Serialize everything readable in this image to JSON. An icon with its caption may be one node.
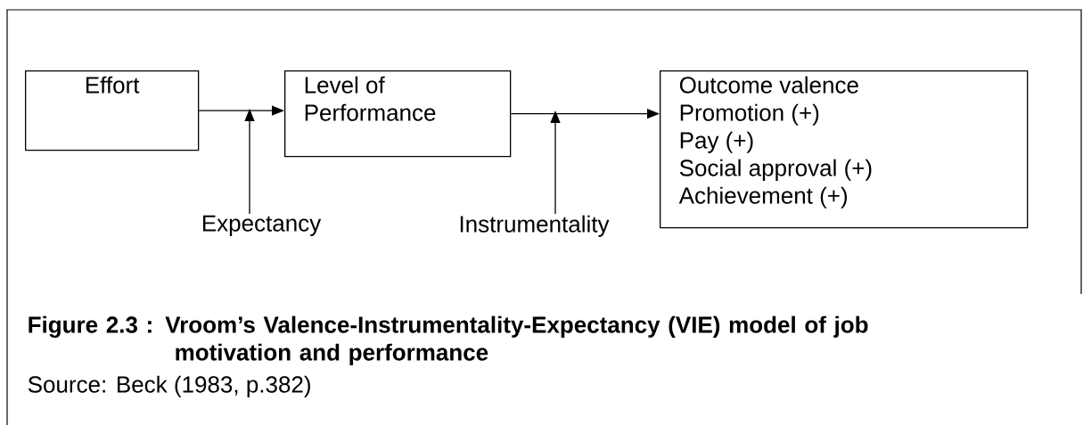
{
  "diagram": {
    "caption": "Figure 2.3 : Vroom’s Valence-Instrumentality-Expectancy (VIE) model of job motivation and performance",
    "nodes": [
      {
        "text": [
          "Effort"
        ]
      },
      {
        "text": [
          "Level of Performance"
        ]
      },
      {
        "text": [
          "Outcome valence",
          "Promotion (+)",
          "Pay (+)",
          "Social approval (+)",
          "Achievement (+)"
        ]
      },
      {
        "text": [
          "Expectancy"
        ]
      },
      {
        "text": [
          "Instrumentality"
        ]
      }
    ],
    "edges": [
      {
        "from": 0,
        "to": 1,
        "arrow": "to"
      },
      {
        "from": 1,
        "to": 2,
        "arrow": "to"
      },
      {
        "from": 3,
        "to": null,
        "arrow": "to"
      },
      {
        "from": 4,
        "to": null,
        "arrow": "to"
      }
    ],
    "labels": [
      "Source: Beck (1983, p.382)"
    ]
  }
}
